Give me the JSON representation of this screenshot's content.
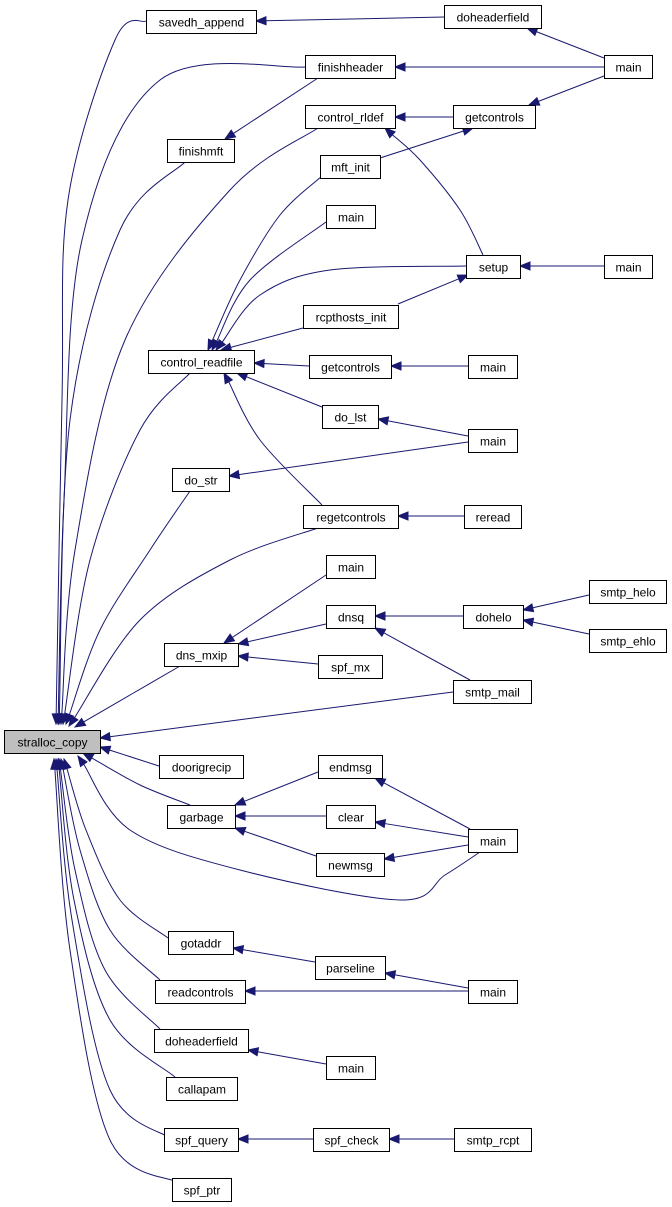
{
  "graph": {
    "edge_color": "#191970",
    "root_fill": "#bfbfbf",
    "nodes": [
      {
        "id": "n1",
        "label": "stralloc_copy"
      },
      {
        "id": "n2",
        "label": "savedh_append"
      },
      {
        "id": "n3",
        "label": "doheaderfield"
      },
      {
        "id": "n4",
        "label": "main"
      },
      {
        "id": "n5",
        "label": "finishheader"
      },
      {
        "id": "n6",
        "label": "finishmft"
      },
      {
        "id": "n7",
        "label": "control_rldef"
      },
      {
        "id": "n8",
        "label": "getcontrols"
      },
      {
        "id": "n9",
        "label": "mft_init"
      },
      {
        "id": "n10",
        "label": "main"
      },
      {
        "id": "n11",
        "label": "setup"
      },
      {
        "id": "n12",
        "label": "main"
      },
      {
        "id": "n13",
        "label": "rcpthosts_init"
      },
      {
        "id": "n14",
        "label": "control_readfile"
      },
      {
        "id": "n15",
        "label": "getcontrols"
      },
      {
        "id": "n16",
        "label": "main"
      },
      {
        "id": "n17",
        "label": "do_lst"
      },
      {
        "id": "n18",
        "label": "main"
      },
      {
        "id": "n19",
        "label": "do_str"
      },
      {
        "id": "n20",
        "label": "regetcontrols"
      },
      {
        "id": "n21",
        "label": "reread"
      },
      {
        "id": "n22",
        "label": "main"
      },
      {
        "id": "n23",
        "label": "dnsq"
      },
      {
        "id": "n24",
        "label": "dohelo"
      },
      {
        "id": "n25",
        "label": "smtp_helo"
      },
      {
        "id": "n26",
        "label": "smtp_ehlo"
      },
      {
        "id": "n27",
        "label": "dns_mxip"
      },
      {
        "id": "n28",
        "label": "spf_mx"
      },
      {
        "id": "n29",
        "label": "smtp_mail"
      },
      {
        "id": "n30",
        "label": "doorigrecip"
      },
      {
        "id": "n31",
        "label": "endmsg"
      },
      {
        "id": "n32",
        "label": "garbage"
      },
      {
        "id": "n33",
        "label": "clear"
      },
      {
        "id": "n34",
        "label": "main"
      },
      {
        "id": "n35",
        "label": "newmsg"
      },
      {
        "id": "n36",
        "label": "gotaddr"
      },
      {
        "id": "n37",
        "label": "parseline"
      },
      {
        "id": "n38",
        "label": "readcontrols"
      },
      {
        "id": "n39",
        "label": "main"
      },
      {
        "id": "n40",
        "label": "doheaderfield"
      },
      {
        "id": "n41",
        "label": "main"
      },
      {
        "id": "n42",
        "label": "callapam"
      },
      {
        "id": "n43",
        "label": "spf_query"
      },
      {
        "id": "n44",
        "label": "spf_check"
      },
      {
        "id": "n45",
        "label": "smtp_rcpt"
      },
      {
        "id": "n46",
        "label": "spf_ptr"
      }
    ],
    "edges": [
      {
        "from": "n2",
        "to": "n1"
      },
      {
        "from": "n5",
        "to": "n1"
      },
      {
        "from": "n6",
        "to": "n1"
      },
      {
        "from": "n7",
        "to": "n1"
      },
      {
        "from": "n14",
        "to": "n1"
      },
      {
        "from": "n19",
        "to": "n1"
      },
      {
        "from": "n20",
        "to": "n1"
      },
      {
        "from": "n27",
        "to": "n1"
      },
      {
        "from": "n29",
        "to": "n1"
      },
      {
        "from": "n30",
        "to": "n1"
      },
      {
        "from": "n32",
        "to": "n1"
      },
      {
        "from": "n34",
        "to": "n1"
      },
      {
        "from": "n36",
        "to": "n1"
      },
      {
        "from": "n38",
        "to": "n1"
      },
      {
        "from": "n40",
        "to": "n1"
      },
      {
        "from": "n42",
        "to": "n1"
      },
      {
        "from": "n43",
        "to": "n1"
      },
      {
        "from": "n46",
        "to": "n1"
      },
      {
        "from": "n3",
        "to": "n2"
      },
      {
        "from": "n4",
        "to": "n3"
      },
      {
        "from": "n4",
        "to": "n5"
      },
      {
        "from": "n5",
        "to": "n6"
      },
      {
        "from": "n8",
        "to": "n7"
      },
      {
        "from": "n11",
        "to": "n7"
      },
      {
        "from": "n4",
        "to": "n8"
      },
      {
        "from": "n9",
        "to": "n8"
      },
      {
        "from": "n12",
        "to": "n11"
      },
      {
        "from": "n13",
        "to": "n11"
      },
      {
        "from": "n9",
        "to": "n14"
      },
      {
        "from": "n10",
        "to": "n14"
      },
      {
        "from": "n11",
        "to": "n14"
      },
      {
        "from": "n13",
        "to": "n14"
      },
      {
        "from": "n15",
        "to": "n14"
      },
      {
        "from": "n17",
        "to": "n14"
      },
      {
        "from": "n20",
        "to": "n14"
      },
      {
        "from": "n16",
        "to": "n15"
      },
      {
        "from": "n18",
        "to": "n17"
      },
      {
        "from": "n18",
        "to": "n19"
      },
      {
        "from": "n21",
        "to": "n20"
      },
      {
        "from": "n22",
        "to": "n27"
      },
      {
        "from": "n23",
        "to": "n27"
      },
      {
        "from": "n28",
        "to": "n27"
      },
      {
        "from": "n24",
        "to": "n23"
      },
      {
        "from": "n29",
        "to": "n23"
      },
      {
        "from": "n25",
        "to": "n24"
      },
      {
        "from": "n26",
        "to": "n24"
      },
      {
        "from": "n31",
        "to": "n32"
      },
      {
        "from": "n33",
        "to": "n32"
      },
      {
        "from": "n35",
        "to": "n32"
      },
      {
        "from": "n34",
        "to": "n31"
      },
      {
        "from": "n34",
        "to": "n33"
      },
      {
        "from": "n34",
        "to": "n35"
      },
      {
        "from": "n37",
        "to": "n36"
      },
      {
        "from": "n39",
        "to": "n37"
      },
      {
        "from": "n39",
        "to": "n38"
      },
      {
        "from": "n41",
        "to": "n40"
      },
      {
        "from": "n44",
        "to": "n43"
      },
      {
        "from": "n45",
        "to": "n44"
      }
    ]
  }
}
